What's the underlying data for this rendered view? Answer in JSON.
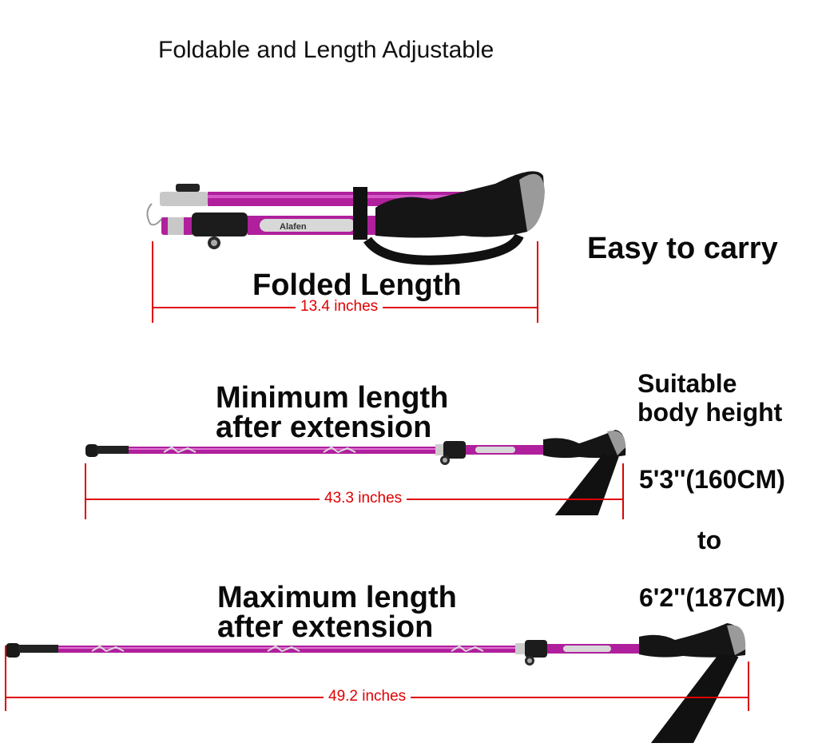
{
  "header": {
    "title": "Foldable and Length Adjustable"
  },
  "callouts": {
    "easy_to_carry": "Easy to carry",
    "suitable_line1": "Suitable",
    "suitable_line2": "body height",
    "height_min": "5'3''(160CM)",
    "height_to": "to",
    "height_max": "6'2''(187CM)"
  },
  "sections": [
    {
      "heading": "Folded Length",
      "heading_line2": "",
      "measurement": "13.4 inches"
    },
    {
      "heading": "Minimum length",
      "heading_line2": "after extension",
      "measurement": "43.3 inches"
    },
    {
      "heading": "Maximum length",
      "heading_line2": "after extension",
      "measurement": "49.2 inches"
    }
  ],
  "product": {
    "brand": "Alafen",
    "shaft_color": "#b0209c",
    "grip_color": "#141414",
    "accent_gray": "#9a9a9a",
    "measure_color": "#e00000"
  }
}
